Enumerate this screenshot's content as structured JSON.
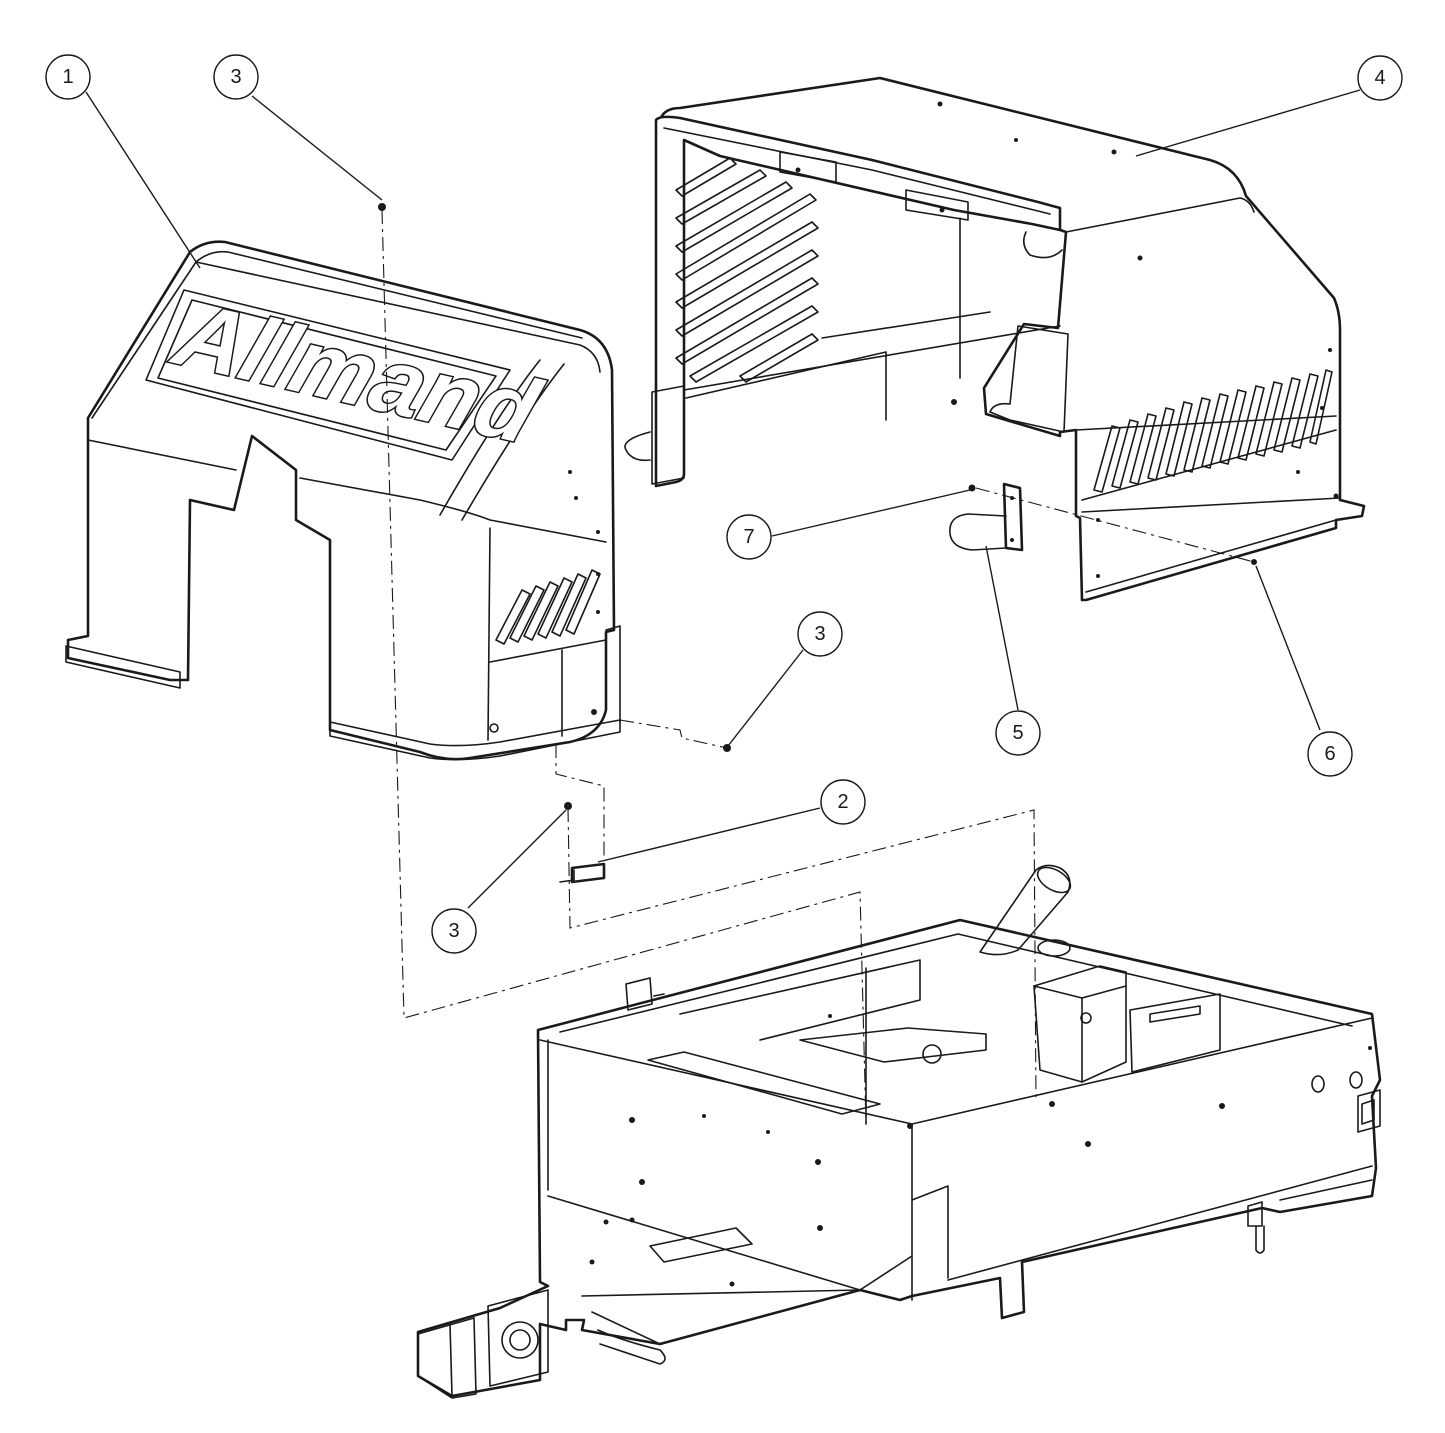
{
  "logo": {
    "text": "Allmand"
  },
  "callouts": [
    {
      "id": "callout-1",
      "label": "1"
    },
    {
      "id": "callout-3-top",
      "label": "3"
    },
    {
      "id": "callout-4",
      "label": "4"
    },
    {
      "id": "callout-7",
      "label": "7"
    },
    {
      "id": "callout-3-mid",
      "label": "3"
    },
    {
      "id": "callout-5",
      "label": "5"
    },
    {
      "id": "callout-6",
      "label": "6"
    },
    {
      "id": "callout-2",
      "label": "2"
    },
    {
      "id": "callout-3-low",
      "label": "3"
    }
  ],
  "colors": {
    "line": "#1a1a1a",
    "background": "#ffffff"
  }
}
